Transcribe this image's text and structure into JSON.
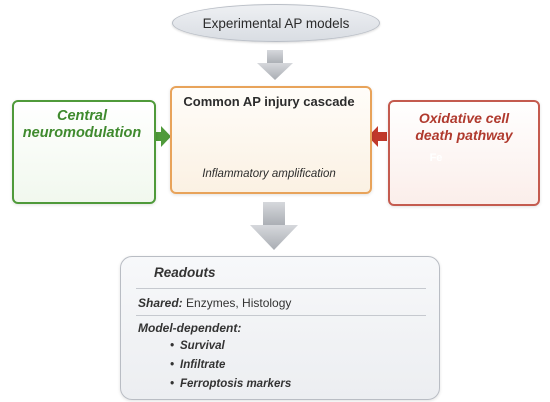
{
  "top": {
    "label": "Experimental AP models"
  },
  "left_panel": {
    "title_line1": "Central",
    "title_line2": "neuromodulation",
    "accent": "#4f9a3a"
  },
  "center_panel": {
    "title": "Common AP injury cascade",
    "subtitle": "Inflammatory amplification",
    "accent": "#e8a35a"
  },
  "right_panel": {
    "title_line1": "Oxidative cell",
    "title_line2": "death pathway",
    "fe_label": "Fe",
    "accent": "#c45b4f"
  },
  "readouts": {
    "title": "Readouts",
    "shared_label": "Shared:",
    "shared_items": "Enzymes, Histology",
    "model_dependent_label": "Model-dependent:",
    "items": [
      "Survival",
      "Infiltrate",
      "Ferroptosis markers"
    ]
  },
  "icons": [
    "brain-icon",
    "neuron-icon",
    "network-icon",
    "cell-icon",
    "macrophage-icon",
    "inflamed-cell-icon",
    "erythrocyte-icon",
    "iron-icon",
    "lipid-icon"
  ]
}
